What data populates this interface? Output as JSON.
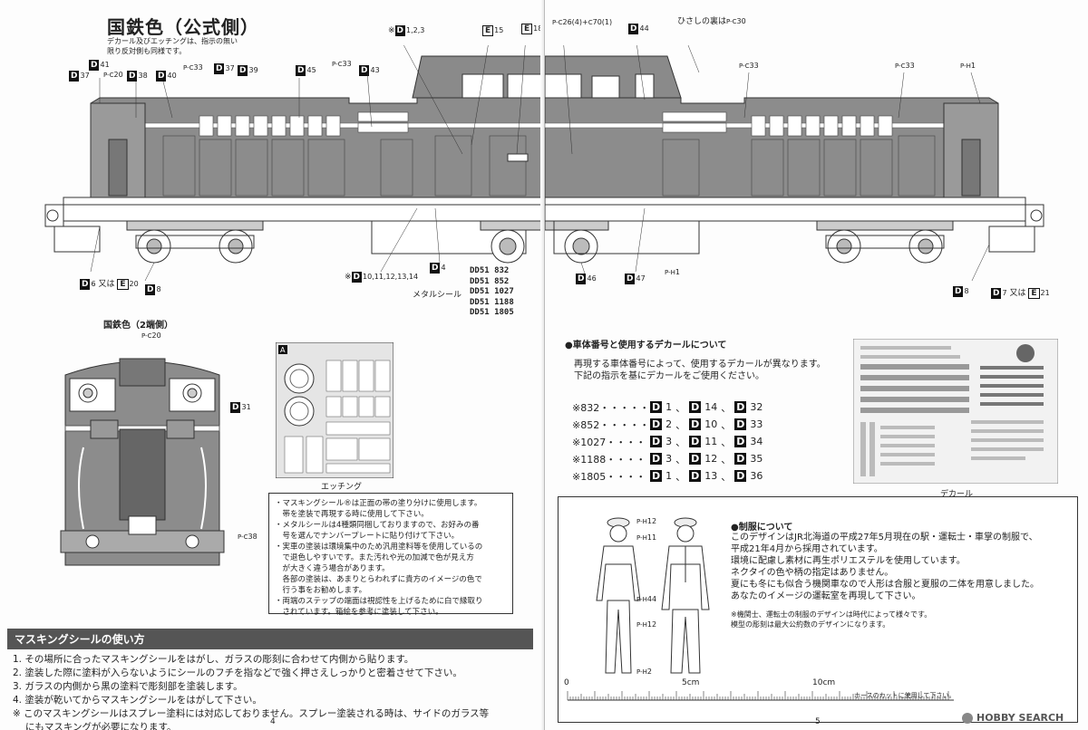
{
  "left": {
    "title": "国鉄色（公式側）",
    "subtitle_1": "デカール及びエッチングは、指示の無い",
    "subtitle_2": "限り反対側も同様です。",
    "top_labels": {
      "d41": "41",
      "d37a": "37",
      "d38": "38",
      "d40": "40",
      "d37b": "37",
      "d39": "39",
      "d45": "45",
      "d43": "43",
      "d1_2_3": "1,2,3",
      "e15": "15",
      "e18": "18",
      "pc20": "20",
      "pc33a": "33",
      "pc33b": "33",
      "note_mark": "※",
      "e_tag": "E",
      "d_tag": "D",
      "pc_tag": "P-C"
    },
    "bottom_labels": {
      "d6": "6",
      "又は": "又は",
      "e20": "20",
      "d8": "8",
      "note_d": "※",
      "d10_14": "10,11,12,13,14",
      "d4": "4",
      "metal_label": "メタルシール",
      "numbers": [
        "DD51 832",
        "DD51 852",
        "DD51 1027",
        "DD51 1188",
        "DD51 1805"
      ]
    },
    "end_view": {
      "title": "国鉄色（2端側）",
      "pc20": "20",
      "d31": "31",
      "pc38": "38"
    },
    "etching": {
      "label": "エッチング",
      "corner": "A"
    },
    "notes": [
      "・マスキングシール®は正面の帯の塗り分けに使用します。",
      "　帯を塗装で再現する時に使用して下さい。",
      "・メタルシールは4種類同梱しておりますので、お好みの番",
      "　号を選んでナンバープレートに貼り付けて下さい。",
      "・実車の塗装は環境集中のため汎用塗料等を使用しているの",
      "　で退色しやすいです。また汚れや光の加減で色が見え方",
      "　が大きく違う場合があります。",
      "　各部の塗装は、あまりとらわれずに貴方のイメージの色で",
      "　行う事をお勧めします。",
      "・両端のステップの端面は視認性を上げるために白で縁取り",
      "　されています。箱絵を参考に塗装して下さい。"
    ],
    "masking": {
      "title": "マスキングシールの使い方",
      "steps": [
        "1. その場所に合ったマスキングシールをはがし、ガラスの彫刻に合わせて内側から貼ります。",
        "2. 塗装した際に塗料が入らないようにシールのフチを指などで強く押さえしっかりと密着させて下さい。",
        "3. ガラスの内側から黒の塗料で彫刻部を塗装します。",
        "4. 塗装が乾いてからマスキングシールをはがして下さい。",
        "※ このマスキングシールはスプレー塗料には対応しておりません。スプレー塗装される時は、サイドのガラス等",
        "　 にもマスキングが必要になります。"
      ]
    },
    "page_number": "4"
  },
  "right": {
    "top_labels": {
      "pc26": "(4)+",
      "pc70": "70(1)",
      "d44": "44",
      "eave": "ひさしの裏は",
      "pc30": "30",
      "pc33a": "33",
      "pc33b": "33",
      "pc1": "1"
    },
    "bottom_labels": {
      "d46": "46",
      "d47": "47",
      "pc1": "1",
      "d8": "8",
      "d7": "7",
      "又は": "又は",
      "e21": "21"
    },
    "decal_section": {
      "heading": "●車体番号と使用するデカールについて",
      "line1": "再現する車体番号によって、使用するデカールが異なります。",
      "line2": "下記の指示を基にデカールをご使用ください。",
      "rows": [
        {
          "num": "※832・・・・・",
          "a": "1",
          "b": "14",
          "c": "32"
        },
        {
          "num": "※852・・・・・",
          "a": "2",
          "b": "10",
          "c": "33"
        },
        {
          "num": "※1027・・・・",
          "a": "3",
          "b": "11",
          "c": "34"
        },
        {
          "num": "※1188・・・・",
          "a": "3",
          "b": "12",
          "c": "35"
        },
        {
          "num": "※1805・・・・",
          "a": "1",
          "b": "13",
          "c": "36"
        }
      ],
      "decal_caption": "デカール",
      "sep": "、"
    },
    "uniform": {
      "heading": "●制服について",
      "lines": [
        "このデザインはJR北海道の平成27年5月現在の駅・運転士・車掌の制服で、",
        "平成21年4月から採用されています。",
        "環境に配慮し素材に再生ポリエステルを使用しています。",
        "ネクタイの色や柄の指定はありません。",
        "夏にも冬にも似合う機関車なので人形は合服と夏服の二体を用意しました。",
        "あなたのイメージの運転室を再現して下さい。"
      ],
      "small1": "※機関士、運転士の制服のデザインは時代によって様々です。",
      "small2": "模型の彫刻は最大公約数のデザインになります。",
      "pc_labels": [
        "12",
        "11",
        "44",
        "12",
        "2"
      ]
    },
    "scale": {
      "zero": "0",
      "five": "5cm",
      "ten": "10cm",
      "hose": "ホースのカットに使用して下さい。"
    },
    "page_number": "5",
    "watermark": "HOBBY SEARCH"
  }
}
